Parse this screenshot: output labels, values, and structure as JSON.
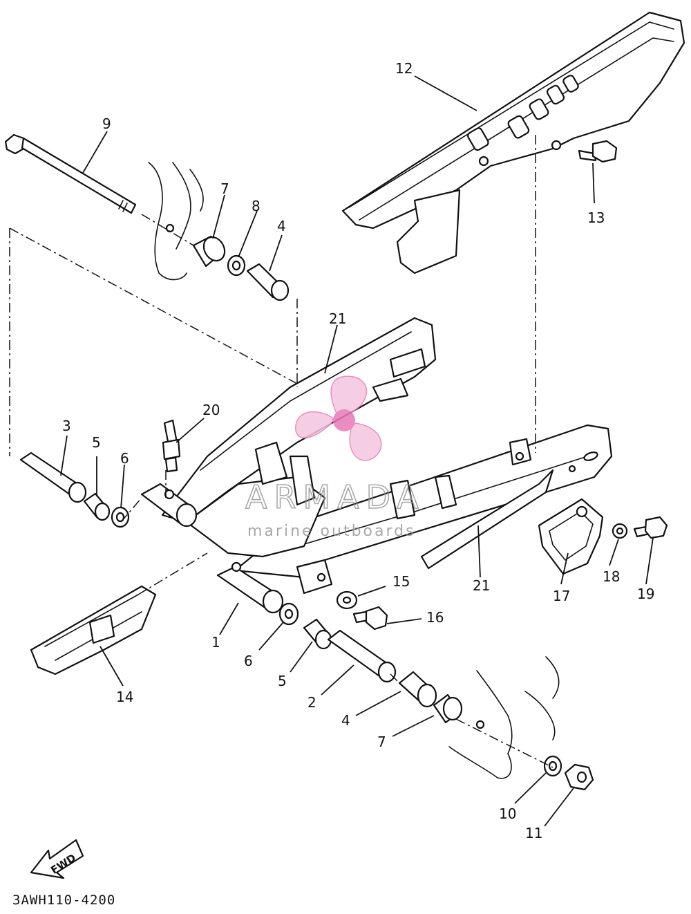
{
  "diagram_code": "3AWH110-4200",
  "fwd_label": "FWD",
  "watermark": {
    "brand": "ARMADA",
    "tagline": "marine outboards",
    "accent_color": "#e879b9"
  },
  "callouts": {
    "c1": "1",
    "c2": "2",
    "c3": "3",
    "c4a": "4",
    "c4b": "4",
    "c5a": "5",
    "c5b": "5",
    "c6a": "6",
    "c6b": "6",
    "c7a": "7",
    "c7b": "7",
    "c8": "8",
    "c9": "9",
    "c10": "10",
    "c11": "11",
    "c12": "12",
    "c13": "13",
    "c14": "14",
    "c15": "15",
    "c16": "16",
    "c17": "17",
    "c18": "18",
    "c19": "19",
    "c20": "20",
    "c21a": "21",
    "c21b": "21"
  }
}
